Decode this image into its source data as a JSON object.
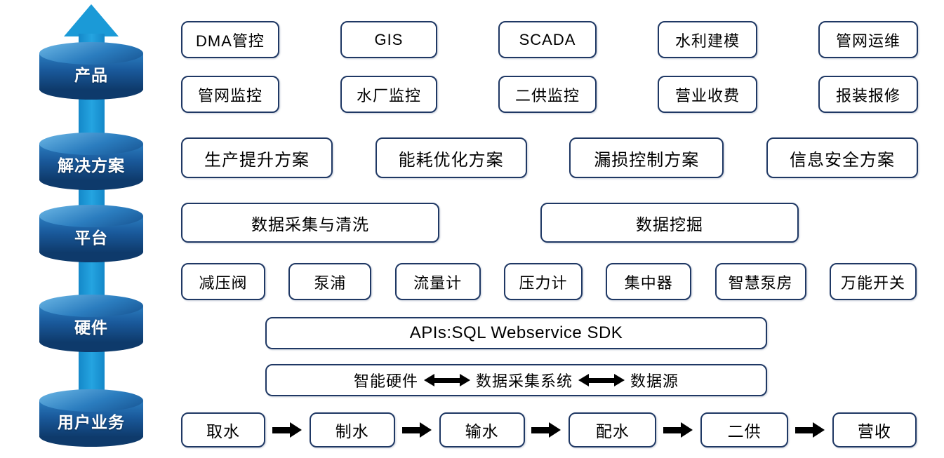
{
  "colors": {
    "box_border": "#1F3864",
    "up_arrow_blue": "#1B9AD7",
    "cylinder_dark": "#0E3A6B",
    "cylinder_light": "#6DB8E6",
    "flow_arrow_black": "#000000"
  },
  "ladder": {
    "levels": [
      "产品",
      "解决方案",
      "平台",
      "硬件",
      "用户业务"
    ]
  },
  "products": {
    "row1": [
      "DMA管控",
      "GIS",
      "SCADA",
      "水利建模",
      "管网运维"
    ],
    "row2": [
      "管网监控",
      "水厂监控",
      "二供监控",
      "营业收费",
      "报装报修"
    ]
  },
  "solutions": [
    "生产提升方案",
    "能耗优化方案",
    "漏损控制方案",
    "信息安全方案"
  ],
  "platform": [
    "数据采集与清洗",
    "数据挖掘"
  ],
  "hardware": {
    "devices": [
      "减压阀",
      "泵浦",
      "流量计",
      "压力计",
      "集中器",
      "智慧泵房",
      "万能开关"
    ],
    "api": "APIs:SQL Webservice SDK",
    "dataflow": [
      "智能硬件",
      "数据采集系统",
      "数据源"
    ]
  },
  "business": [
    "取水",
    "制水",
    "输水",
    "配水",
    "二供",
    "营收"
  ]
}
